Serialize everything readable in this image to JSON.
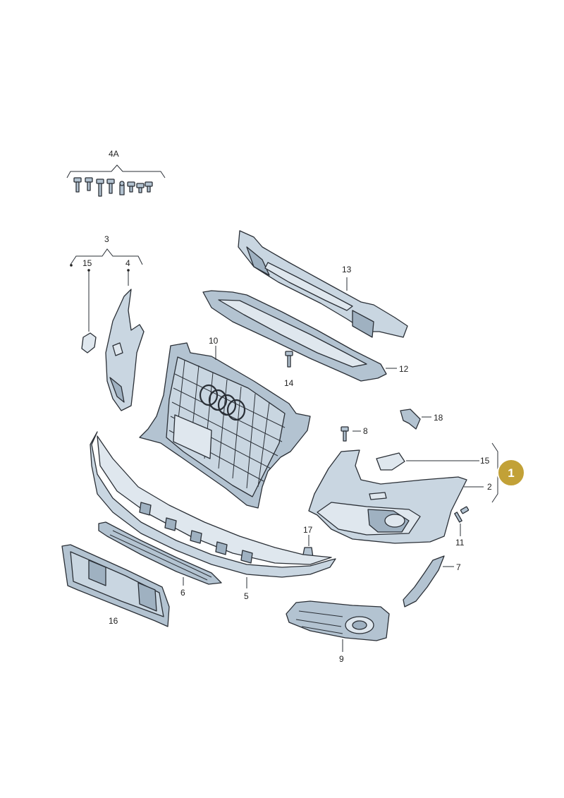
{
  "labels": {
    "l4A": "4A",
    "l3": "3",
    "l15a": "15",
    "l4": "4",
    "l13": "13",
    "l12": "12",
    "l10": "10",
    "l14": "14",
    "l8": "8",
    "l18": "18",
    "l15b": "15",
    "l2": "2",
    "l11": "11",
    "l17": "17",
    "l7": "7",
    "l6": "6",
    "l5": "5",
    "l16": "16",
    "l9": "9"
  },
  "badge": {
    "text": "1",
    "color": "#c2a137"
  },
  "colors": {
    "part_fill": "#c9d6e1",
    "part_shade": "#9fb1c1",
    "outline": "#2a2f36"
  }
}
